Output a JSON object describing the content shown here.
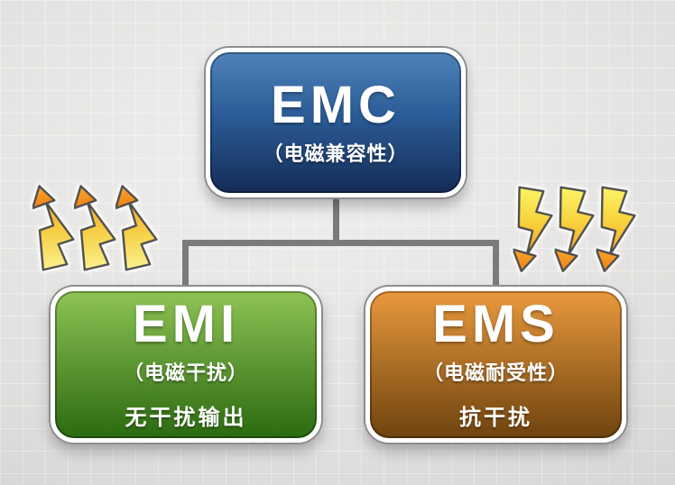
{
  "diagram": {
    "root": {
      "title": "EMC",
      "subtitle": "（电磁兼容性）"
    },
    "children": [
      {
        "title": "EMI",
        "subtitle": "（电磁干扰）",
        "note": "无干扰输出"
      },
      {
        "title": "EMS",
        "subtitle": "（电磁耐受性）",
        "note": "抗干扰"
      }
    ]
  },
  "icons": {
    "left": {
      "name": "zigzag-up-arrow-icon",
      "count": 3
    },
    "right": {
      "name": "lightning-bolt-icon",
      "count": 3
    }
  },
  "colors": {
    "canvas_bg": "#e0dfdd",
    "connector": "#7b7b7b",
    "box_text": "#ffffff",
    "emc_top": "#4e83b9",
    "emc_mid": "#2b5c97",
    "emc_bottom": "#142c56",
    "emi_top": "#8ec355",
    "emi_bottom": "#2b6a10",
    "ems_top": "#e9993d",
    "ems_bottom": "#6e430e",
    "arrow_gold": "#f0a92d",
    "arrow_mid": "#f6cf45",
    "arrow_light": "#faf18d",
    "bolt_light": "#fcf468",
    "bolt_mid": "#f8d23c",
    "bolt_gold": "#f3a62b",
    "head_top": "#f9a62c",
    "head_bottom": "#ee8114",
    "bolt_outline": "#4f4f4f"
  }
}
